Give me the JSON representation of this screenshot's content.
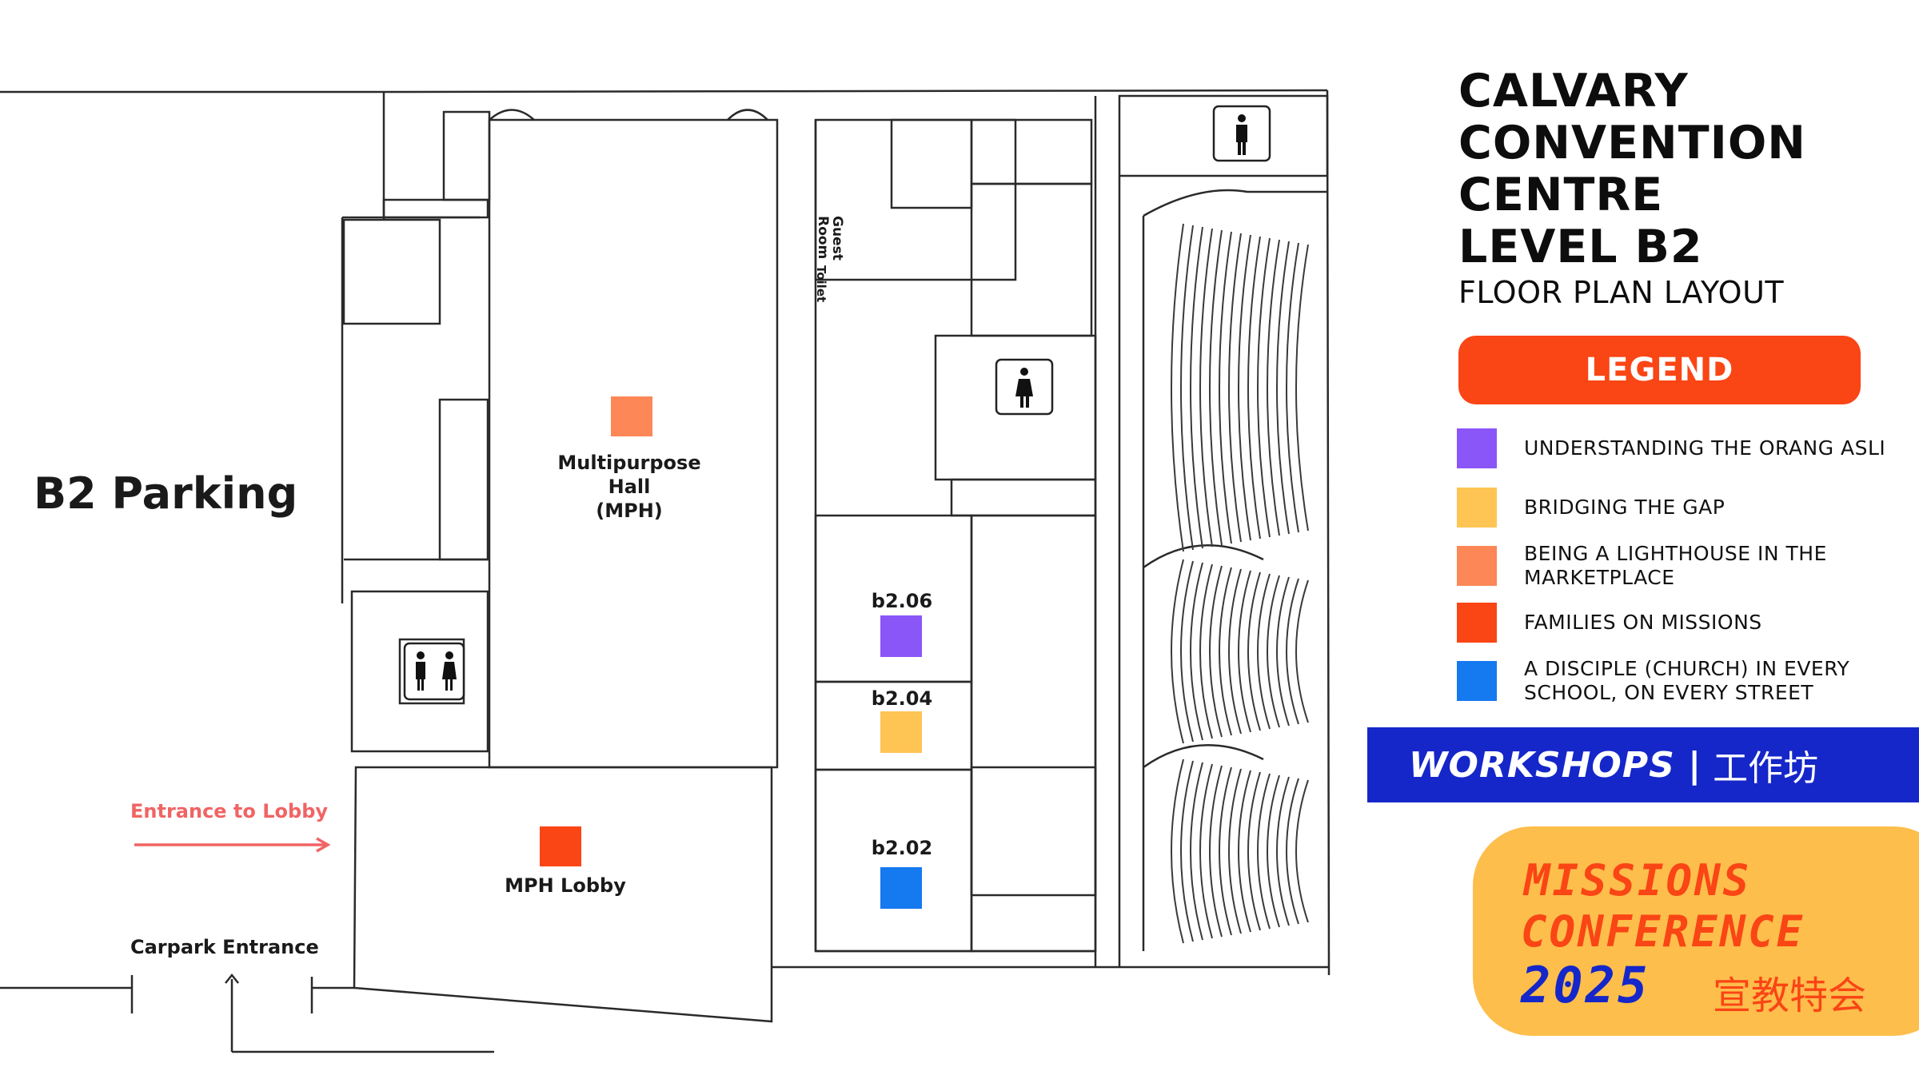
{
  "title": {
    "lines": [
      "CALVARY",
      "CONVENTION",
      "CENTRE",
      "LEVEL B2"
    ],
    "subtitle": "FLOOR PLAN LAYOUT"
  },
  "legend": {
    "heading": "LEGEND",
    "items": [
      {
        "label": "UNDERSTANDING THE ORANG ASLI",
        "color": "#8a56f7"
      },
      {
        "label": "BRIDGING THE GAP",
        "color": "#fec454"
      },
      {
        "label": "BEING A LIGHTHOUSE IN THE MARKETPLACE",
        "color": "#fd8756"
      },
      {
        "label": "FAMILIES ON MISSIONS",
        "color": "#fa4515"
      },
      {
        "label": "A DISCIPLE (CHURCH) IN EVERY SCHOOL, ON EVERY STREET",
        "color": "#1579ef"
      }
    ]
  },
  "workshops": {
    "label": "WORKSHOPS |",
    "chinese": "工作坊"
  },
  "conference": {
    "line1": "MISSIONS",
    "line2": "CONFERENCE",
    "year": "2025",
    "chinese": "宣教特会"
  },
  "map": {
    "parking": "B2 Parking",
    "entrance_lobby": "Entrance to Lobby",
    "carpark_entrance": "Carpark Entrance",
    "mph_line1": "Multipurpose",
    "mph_line2": "Hall",
    "mph_line3": "(MPH)",
    "mph_lobby": "MPH Lobby",
    "guest_room_line1": "Guest",
    "guest_room_line2": "Room",
    "toilet": "Toilet",
    "rooms": [
      "b2.06",
      "b2.04",
      "b2.02"
    ],
    "accent_arrow_color": "#f06464"
  }
}
